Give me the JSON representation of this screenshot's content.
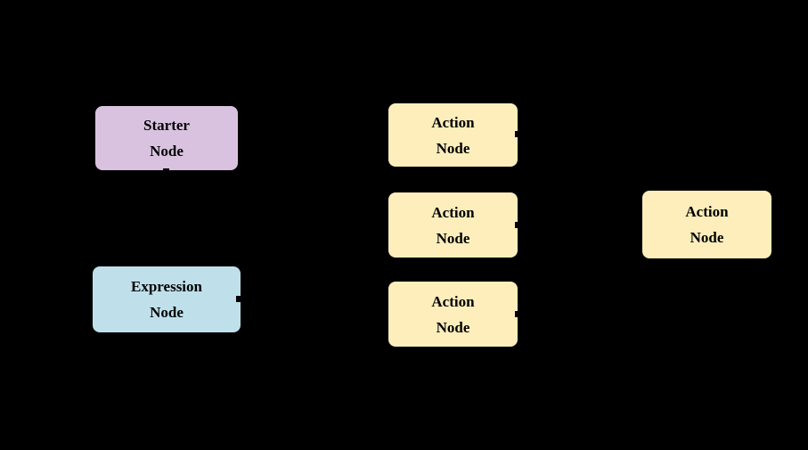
{
  "diagram": {
    "background": "#000000",
    "node_border_color": "#000000",
    "text_color": "#000000",
    "colors": {
      "starter_fill": "#d9c2df",
      "expression_fill": "#bfe0eb",
      "action_fill": "#fdeebb"
    },
    "nodes": [
      {
        "id": "starter-node",
        "line1": "Starter",
        "line2": "Node",
        "fill": "#d9c2df"
      },
      {
        "id": "action-node-top",
        "line1": "Action",
        "line2": "Node",
        "fill": "#fdeebb"
      },
      {
        "id": "action-node-middle",
        "line1": "Action",
        "line2": "Node",
        "fill": "#fdeebb"
      },
      {
        "id": "expression-node",
        "line1": "Expression",
        "line2": "Node",
        "fill": "#bfe0eb"
      },
      {
        "id": "action-node-bottom",
        "line1": "Action",
        "line2": "Node",
        "fill": "#fdeebb"
      },
      {
        "id": "action-node-right",
        "line1": "Action",
        "line2": "Node",
        "fill": "#fdeebb"
      }
    ]
  }
}
